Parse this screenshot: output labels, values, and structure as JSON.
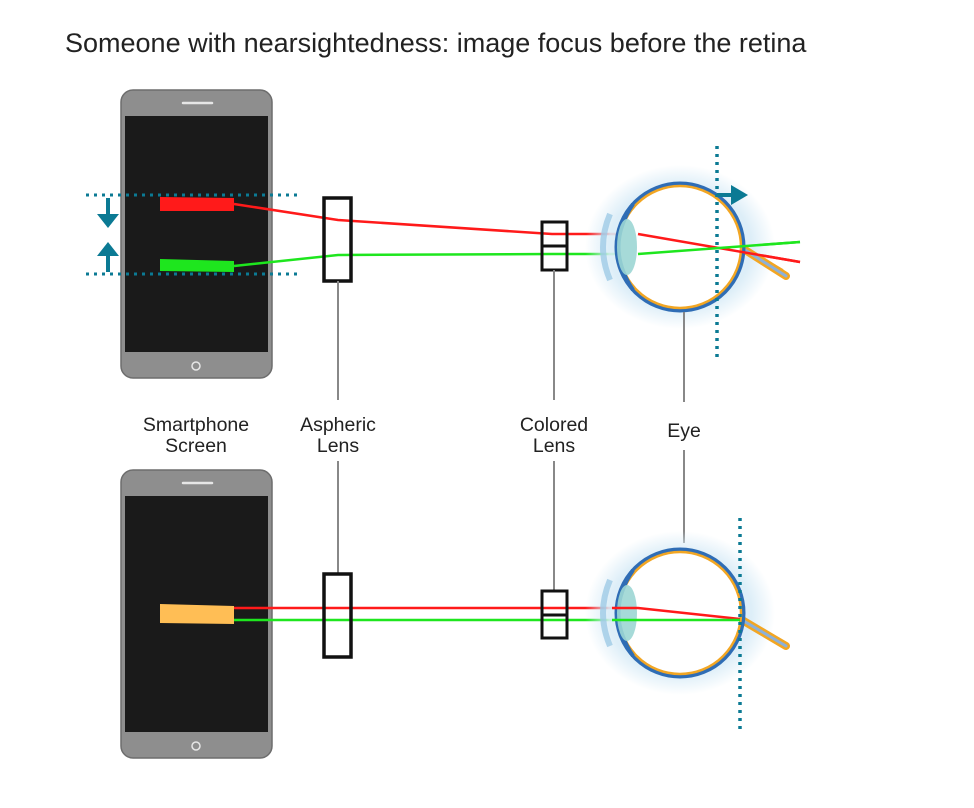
{
  "title": "Someone with nearsightedness: image focus before the retina",
  "labels": {
    "smartphone": [
      "Smartphone",
      "Screen"
    ],
    "aspheric": [
      "Aspheric",
      "Lens"
    ],
    "colored": [
      "Colored",
      "Lens"
    ],
    "eye": "Eye"
  },
  "colors": {
    "red_ray": "#ff1a1a",
    "green_ray": "#1ee61e",
    "merged_image": "#ffbe55",
    "teal_marker": "#0b7a94",
    "phone_body": "#8e8e8e",
    "phone_screen": "#1a1a1a",
    "eye_outline": "#f2a623",
    "eye_inner": "#2f6db5",
    "eye_glow": "#cfe6f3"
  }
}
